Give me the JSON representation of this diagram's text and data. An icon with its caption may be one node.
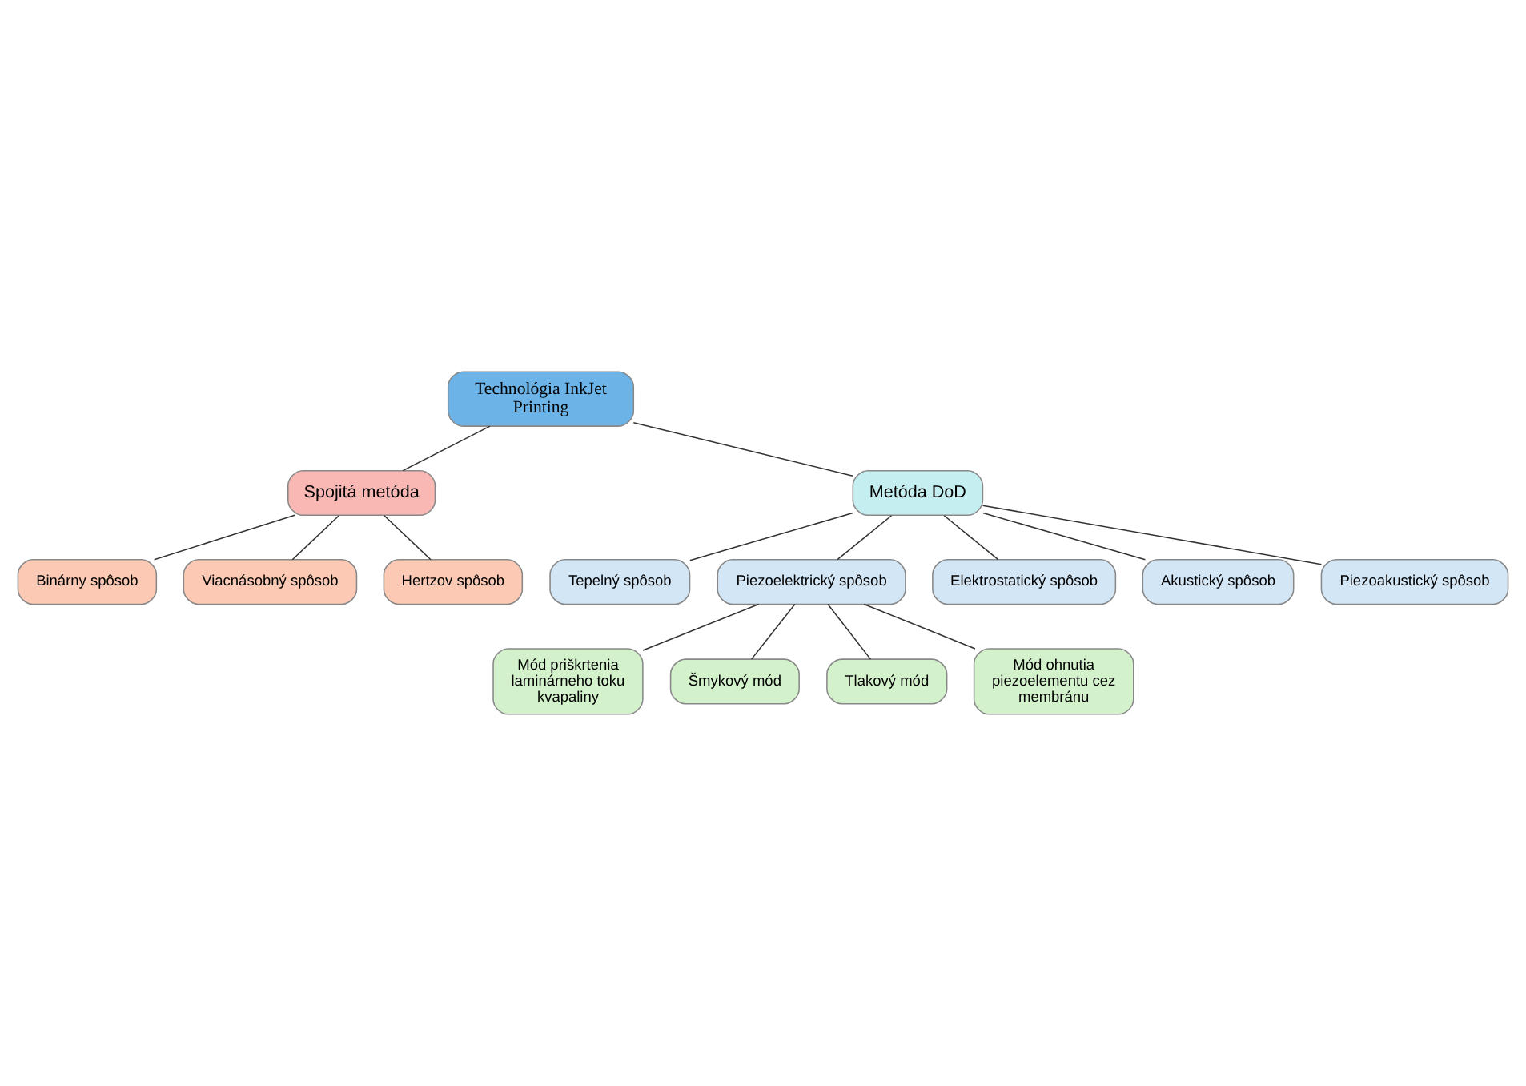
{
  "diagram": {
    "nodes": [
      {
        "text": [
          "Technológia InkJet Printing"
        ]
      },
      {
        "text": [
          "Spojitá metóda"
        ]
      },
      {
        "text": [
          "Metóda DoD"
        ]
      },
      {
        "text": [
          "Binárny spôsob"
        ]
      },
      {
        "text": [
          "Viacnásobný spôsob"
        ]
      },
      {
        "text": [
          "Hertzov spôsob"
        ]
      },
      {
        "text": [
          "Tepelný spôsob"
        ]
      },
      {
        "text": [
          "Piezoelektrický spôsob"
        ]
      },
      {
        "text": [
          "Elektrostatický spôsob"
        ]
      },
      {
        "text": [
          "Akustický spôsob"
        ]
      },
      {
        "text": [
          "Piezoakustický spôsob"
        ]
      },
      {
        "text": [
          "Mód priškrtenia laminárneho toku kvapaliny"
        ]
      },
      {
        "text": [
          "Šmykový mód"
        ]
      },
      {
        "text": [
          "Tlakový mód"
        ]
      },
      {
        "text": [
          "Mód ohnutia piezoelementu cez membránu"
        ]
      }
    ],
    "edges": [
      {
        "from": 0,
        "to": 1,
        "arrow": "none"
      },
      {
        "from": 0,
        "to": 2,
        "arrow": "none"
      },
      {
        "from": 1,
        "to": 3,
        "arrow": "none"
      },
      {
        "from": 1,
        "to": 4,
        "arrow": "none"
      },
      {
        "from": 1,
        "to": 5,
        "arrow": "none"
      },
      {
        "from": 2,
        "to": 6,
        "arrow": "none"
      },
      {
        "from": 2,
        "to": 7,
        "arrow": "none"
      },
      {
        "from": 2,
        "to": 8,
        "arrow": "none"
      },
      {
        "from": 2,
        "to": 9,
        "arrow": "none"
      },
      {
        "from": 2,
        "to": 10,
        "arrow": "none"
      },
      {
        "from": 7,
        "to": 11,
        "arrow": "none"
      },
      {
        "from": 7,
        "to": 12,
        "arrow": "none"
      },
      {
        "from": 7,
        "to": 13,
        "arrow": "none"
      },
      {
        "from": 7,
        "to": 14,
        "arrow": "none"
      }
    ]
  }
}
